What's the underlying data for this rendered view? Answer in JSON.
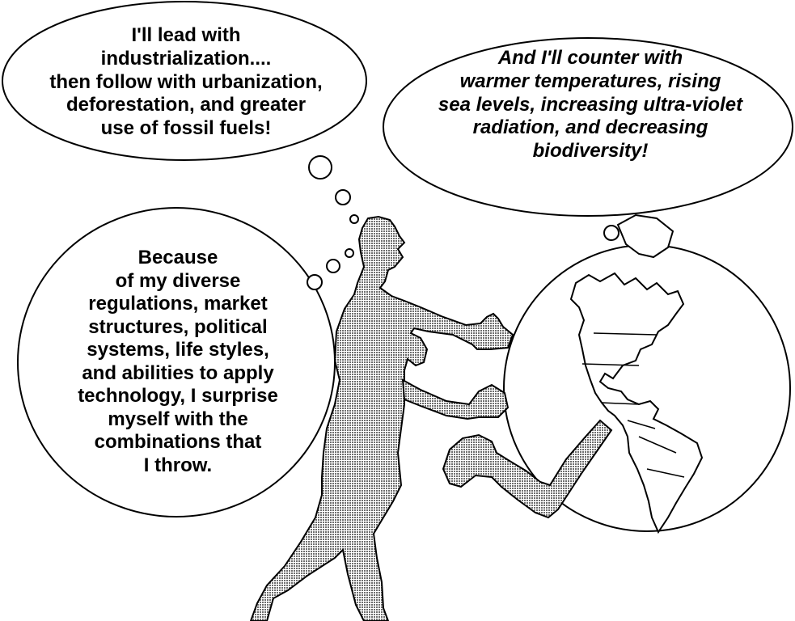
{
  "bubbles": {
    "human_leads": {
      "lines": [
        "I'll lead with",
        "industrialization....",
        "then follow with urbanization,",
        "deforestation, and greater",
        "use of fossil fuels!"
      ]
    },
    "earth_counters": {
      "lines": [
        "And I'll counter with",
        "warmer temperatures, rising",
        "sea levels, increasing ultra-violet",
        "radiation, and decreasing",
        "biodiversity!"
      ]
    },
    "human_diversity": {
      "lines": [
        "Because",
        "of my diverse",
        "regulations, market",
        "structures, political",
        "systems, life styles,",
        "and abilities to apply",
        "technology, I surprise",
        "myself with the",
        "combinations that",
        "I throw."
      ]
    }
  },
  "colors": {
    "ink": "#000000",
    "figure_fill": "#b9b9b9",
    "paper": "#ffffff"
  }
}
